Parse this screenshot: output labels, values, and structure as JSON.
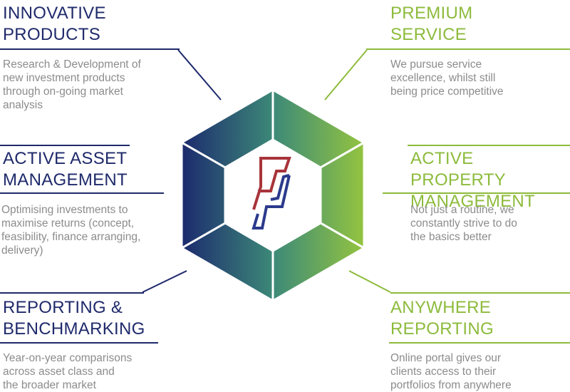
{
  "sections": {
    "innovative": {
      "title": [
        "INNOVATIVE",
        "PRODUCTS"
      ],
      "desc": [
        "Research & Development of",
        "new investment products",
        "through on-going market",
        "analysis"
      ]
    },
    "premium": {
      "title": [
        "PREMIUM",
        "SERVICE"
      ],
      "desc": [
        "We pursue service",
        "excellence, whilst still",
        "being price competitive"
      ]
    },
    "asset": {
      "title": [
        "ACTIVE ASSET",
        "MANAGEMENT"
      ],
      "desc": [
        "Optimising investments to",
        "maximise returns (concept,",
        "feasibility, finance arranging,",
        "delivery)"
      ]
    },
    "property": {
      "title": [
        "ACTIVE PROPERTY",
        "MANAGEMENT"
      ],
      "desc": [
        "Not just a routine, we",
        "constantly strive to do",
        "the basics better"
      ]
    },
    "reporting": {
      "title": [
        "REPORTING &",
        "BENCHMARKING"
      ],
      "desc": [
        "Year-on-year comparisons",
        "across asset class and",
        "the broader market"
      ]
    },
    "anywhere": {
      "title": [
        "ANYWHERE",
        "REPORTING"
      ],
      "desc": [
        "Online portal gives our",
        "clients access to their",
        "portfolios from anywhere"
      ]
    }
  },
  "colors": {
    "navy": "#1f2a6b",
    "green": "#8dbb3c",
    "text_grey": "#8c8c8c",
    "logo_red": "#a8343a",
    "logo_blue": "#2b3a8c"
  }
}
